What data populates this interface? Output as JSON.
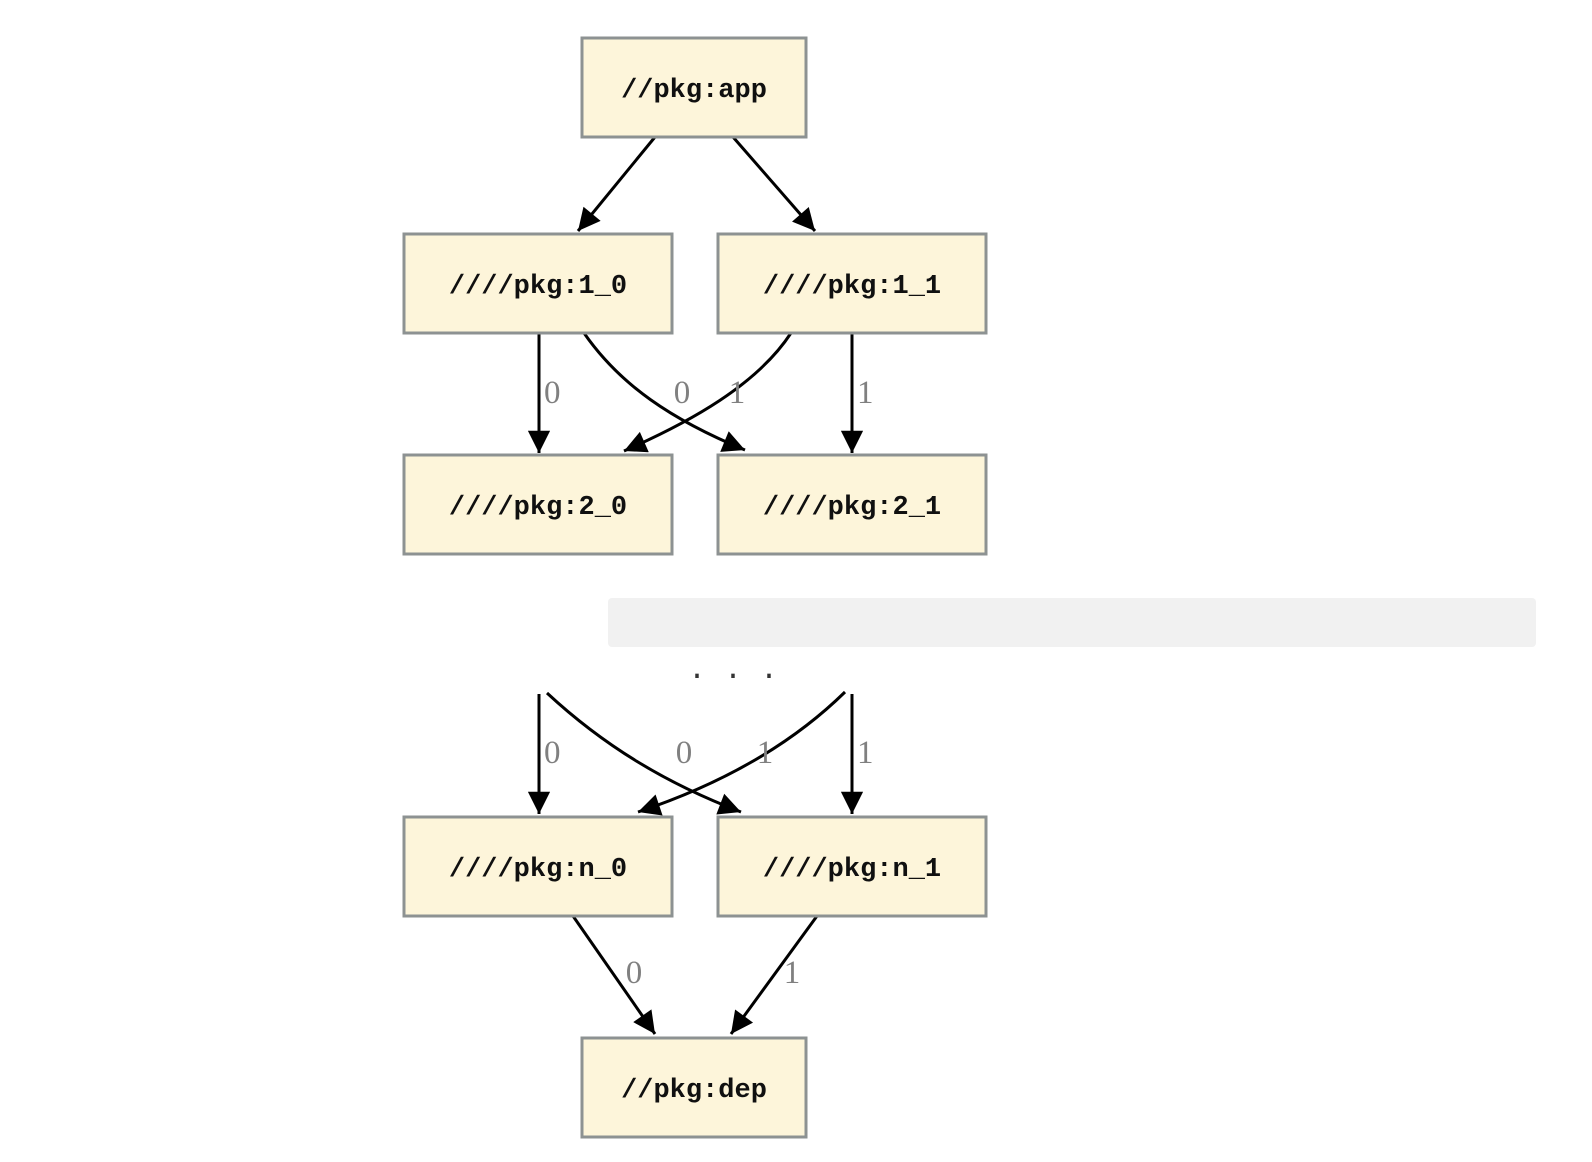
{
  "colors": {
    "node_fill": "#fdf5da",
    "node_border": "#8d9292",
    "edge_stroke": "#000000",
    "edge_label_color": "#808080",
    "node_text_color": "#101010",
    "ellipsis_band_bg": "#f1f1f1",
    "page_bg": "#ffffff"
  },
  "graph_top": {
    "nodes": [
      {
        "id": "app",
        "label": "//pkg:app"
      },
      {
        "id": "1_0",
        "label": "////pkg:1_0"
      },
      {
        "id": "1_1",
        "label": "////pkg:1_1"
      },
      {
        "id": "2_0",
        "label": "////pkg:2_0"
      },
      {
        "id": "2_1",
        "label": "////pkg:2_1"
      }
    ],
    "edges": [
      {
        "from": "app",
        "to": "1_0",
        "label": ""
      },
      {
        "from": "app",
        "to": "1_1",
        "label": ""
      },
      {
        "from": "1_0",
        "to": "2_0",
        "label": "0"
      },
      {
        "from": "1_0",
        "to": "2_1",
        "label": "0"
      },
      {
        "from": "1_1",
        "to": "2_0",
        "label": "1"
      },
      {
        "from": "1_1",
        "to": "2_1",
        "label": "1"
      }
    ]
  },
  "ellipsis_block": {
    "text": ". . ."
  },
  "graph_bottom": {
    "nodes": [
      {
        "id": "n_0",
        "label": "////pkg:n_0"
      },
      {
        "id": "n_1",
        "label": "////pkg:n_1"
      },
      {
        "id": "dep",
        "label": "//pkg:dep"
      }
    ],
    "edges": [
      {
        "from": "...",
        "to": "n_0",
        "label": "0"
      },
      {
        "from": "...",
        "to": "n_1",
        "label": "0"
      },
      {
        "from": "...",
        "to": "n_0",
        "label": "1"
      },
      {
        "from": "...",
        "to": "n_1",
        "label": "1"
      },
      {
        "from": "n_0",
        "to": "dep",
        "label": "0"
      },
      {
        "from": "n_1",
        "to": "dep",
        "label": "1"
      }
    ]
  }
}
